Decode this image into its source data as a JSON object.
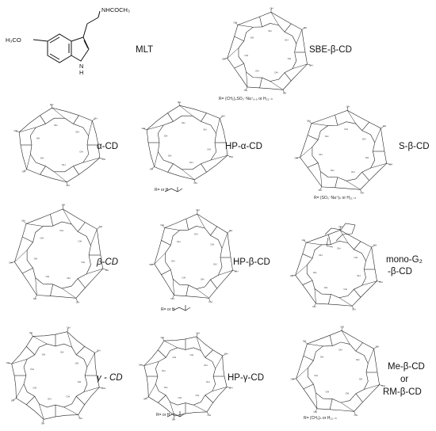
{
  "labels": {
    "mlt": "MLT",
    "sbe_b_cd": "SBE-β-CD",
    "a_cd": "α-CD",
    "hp_a_cd": "HP-α-CD",
    "s_b_cd": "S-β-CD",
    "b_cd": "β-CD",
    "hp_b_cd": "HP-β-CD",
    "mono_g2_line1": "mono-G₂",
    "mono_g2_line2": "-β-CD",
    "g_cd": "γ - CD",
    "hp_g_cd": "HP-γ-CD",
    "me_b_cd_line1": "Me-β-CD",
    "me_b_cd_line2": "or",
    "me_b_cd_line3": "RM-β-CD"
  },
  "melatonin": {
    "substituent_top": "NHCOCH₃",
    "substituent_left": "H₃CO",
    "nh": "N",
    "h": "H"
  },
  "substituent_notes": {
    "sbe": "R= (CH₂)₄SO₃⁻Na⁺₆.₅ or H₂₁₋ₙ",
    "hp_a": "R=          or H",
    "s_b": "R= (SO₃⁻Na⁺)ₙ or H₂₁₋ₙ",
    "hp_b": "R=          or H",
    "hp_g": "R=          or H",
    "me_b": "R= (CH₃)ₙ or H₂₁₋ₙ"
  },
  "ring_text": {
    "oh": "OH",
    "o": "O"
  }
}
